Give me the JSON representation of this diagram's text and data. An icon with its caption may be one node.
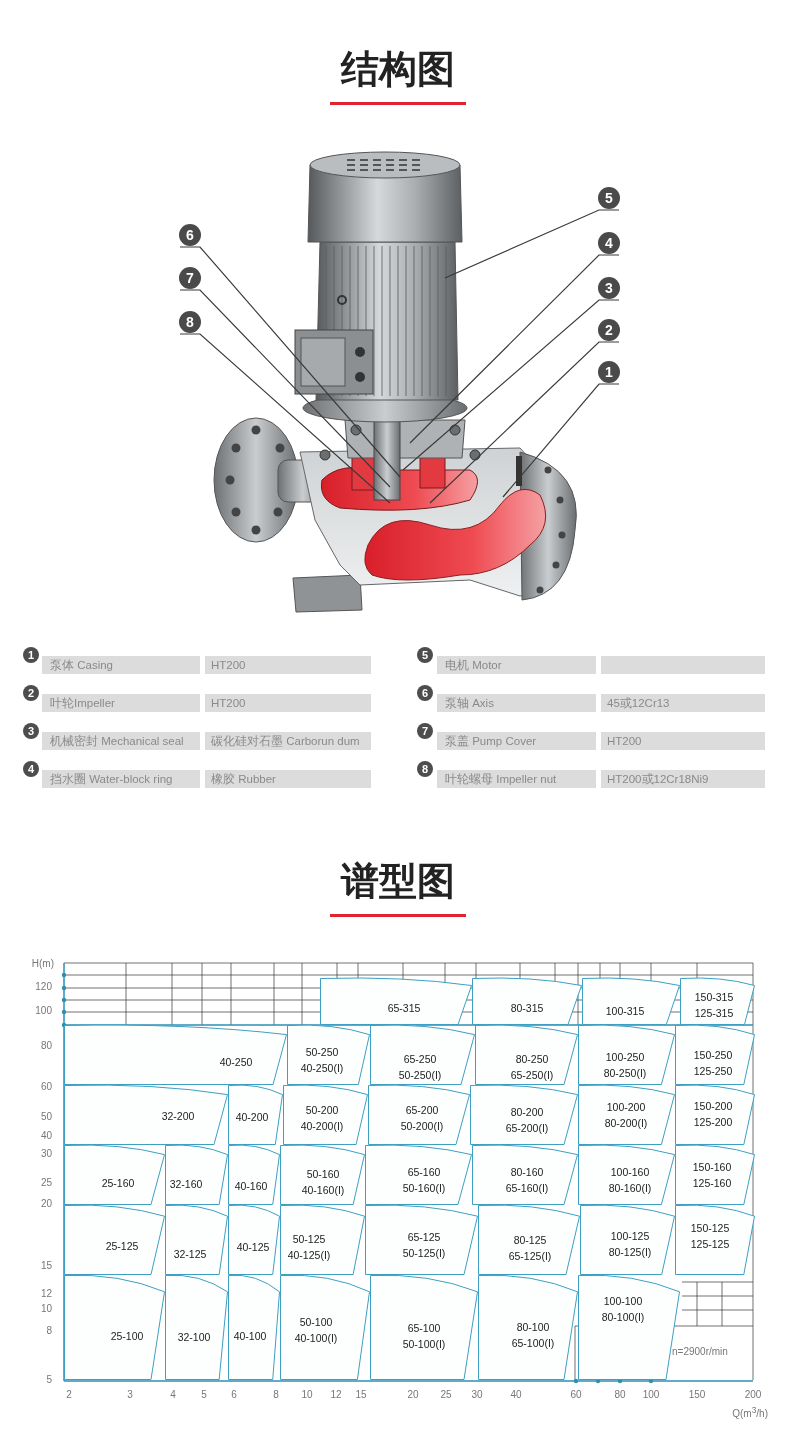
{
  "diagram": {
    "title": "结构图",
    "nodes": [
      {
        "text": [
          "6"
        ]
      },
      {
        "text": [
          "7"
        ]
      },
      {
        "text": [
          "8"
        ]
      },
      {
        "text": [
          "5"
        ]
      },
      {
        "text": [
          "4"
        ]
      },
      {
        "text": [
          "3"
        ]
      },
      {
        "text": [
          "2"
        ]
      },
      {
        "text": [
          "1"
        ]
      },
      {
        "text": [
          "65-315"
        ]
      },
      {
        "text": [
          "80-315"
        ]
      },
      {
        "text": [
          "100-315"
        ]
      },
      {
        "text": [
          "150-315",
          "125-315"
        ]
      },
      {
        "text": [
          "40-250"
        ]
      },
      {
        "text": [
          "50-250",
          "40-250(I)"
        ]
      },
      {
        "text": [
          "65-250",
          "50-250(I)"
        ]
      },
      {
        "text": [
          "80-250",
          "65-250(I)"
        ]
      },
      {
        "text": [
          "100-250",
          "80-250(I)"
        ]
      },
      {
        "text": [
          "150-250",
          "125-250"
        ]
      },
      {
        "text": [
          "32-200"
        ]
      },
      {
        "text": [
          "40-200"
        ]
      },
      {
        "text": [
          "50-200",
          "40-200(I)"
        ]
      },
      {
        "text": [
          "65-200",
          "50-200(I)"
        ]
      },
      {
        "text": [
          "80-200",
          "65-200(I)"
        ]
      },
      {
        "text": [
          "100-200",
          "80-200(I)"
        ]
      },
      {
        "text": [
          "150-200",
          "125-200"
        ]
      },
      {
        "text": [
          "25-160"
        ]
      },
      {
        "text": [
          "32-160"
        ]
      },
      {
        "text": [
          "40-160"
        ]
      },
      {
        "text": [
          "50-160",
          "40-160(I)"
        ]
      },
      {
        "text": [
          "65-160",
          "50-160(I)"
        ]
      },
      {
        "text": [
          "80-160",
          "65-160(I)"
        ]
      },
      {
        "text": [
          "100-160",
          "80-160(I)"
        ]
      },
      {
        "text": [
          "150-160",
          "125-160"
        ]
      },
      {
        "text": [
          "25-125"
        ]
      },
      {
        "text": [
          "32-125"
        ]
      },
      {
        "text": [
          "40-125"
        ]
      },
      {
        "text": [
          "50-125",
          "40-125(I)"
        ]
      },
      {
        "text": [
          "65-125",
          "50-125(I)"
        ]
      },
      {
        "text": [
          "80-125",
          "65-125(I)"
        ]
      },
      {
        "text": [
          "100-125",
          "80-125(I)"
        ]
      },
      {
        "text": [
          "150-125",
          "125-125"
        ]
      },
      {
        "text": [
          "25-100"
        ]
      },
      {
        "text": [
          "32-100"
        ]
      },
      {
        "text": [
          "40-100"
        ]
      },
      {
        "text": [
          "50-100",
          "40-100(I)"
        ]
      },
      {
        "text": [
          "65-100",
          "50-100(I)"
        ]
      },
      {
        "text": [
          "80-100",
          "65-100(I)"
        ]
      },
      {
        "text": [
          "100-100",
          "80-100(I)"
        ]
      }
    ],
    "edges": [
      {
        "from": 0,
        "to": null,
        "arrow": "none"
      },
      {
        "from": 1,
        "to": null,
        "arrow": "none"
      },
      {
        "from": 2,
        "to": null,
        "arrow": "none"
      },
      {
        "from": 3,
        "to": null,
        "arrow": "none"
      },
      {
        "from": 4,
        "to": null,
        "arrow": "none"
      },
      {
        "from": 5,
        "to": null,
        "arrow": "none"
      },
      {
        "from": 6,
        "to": null,
        "arrow": "none"
      },
      {
        "from": 7,
        "to": null,
        "arrow": "none"
      }
    ],
    "labels": [
      "1",
      "泵体 Casing",
      "HT200",
      "5",
      "电机 Motor",
      "2",
      "叶轮Impeller",
      "HT200",
      "6",
      "泵轴 Axis",
      "45或12Cr13",
      "3",
      "机械密封 Mechanical seal",
      "碳化硅对石墨 Carborun dum",
      "7",
      "泵盖 Pump Cover",
      "HT200",
      "4",
      "挡水圈 Water-block ring",
      "橡胶 Rubber",
      "8",
      "叶轮螺母 Impeller nut",
      "HT200或12Cr18Ni9",
      "谱型图",
      "H(m)",
      "120",
      "100",
      "80",
      "60",
      "50",
      "40",
      "30",
      "25",
      "20",
      "15",
      "12",
      "10",
      "8",
      "5",
      "2",
      "3",
      "4",
      "5",
      "6",
      "8",
      "10",
      "12",
      "15",
      "20",
      "25",
      "30",
      "40",
      "60",
      "80",
      "100",
      "150",
      "200",
      "Q(m$^{3}$/h)",
      "n=2900r/min"
    ]
  }
}
